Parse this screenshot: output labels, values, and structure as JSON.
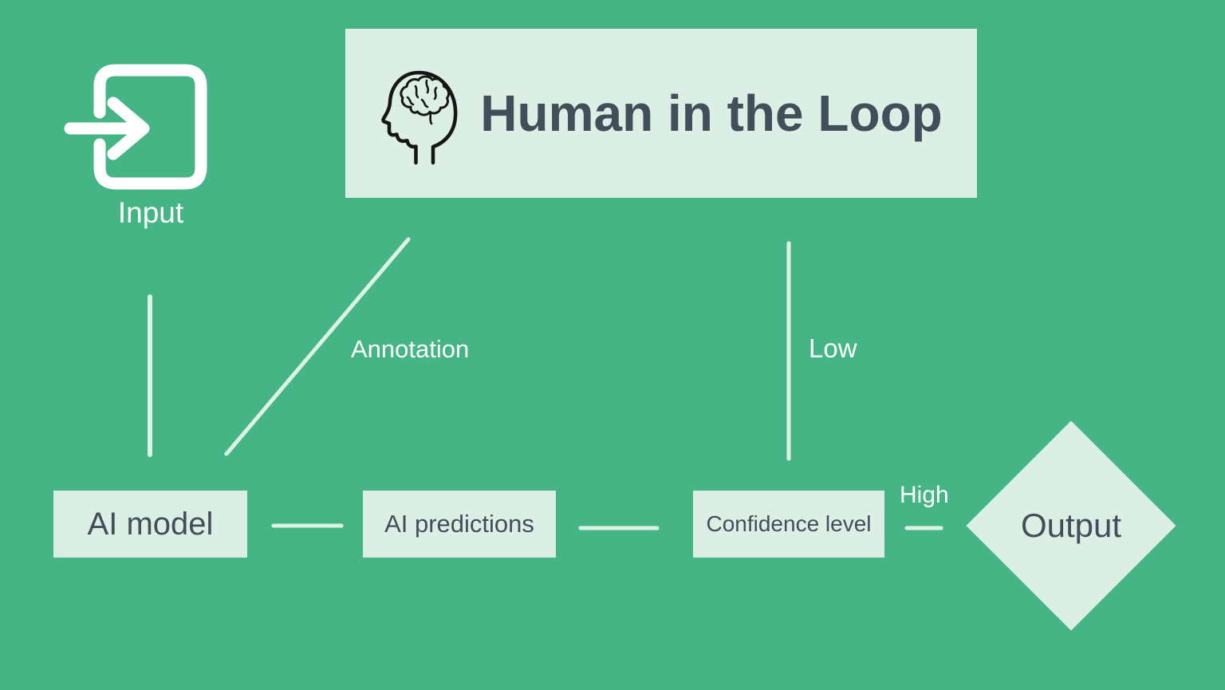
{
  "colors": {
    "background": "#45b585",
    "node_bg": "#dcefe5",
    "text_dark": "#424e5a",
    "arrow": "#ddf2e6",
    "edge_label_text": "#ffffff",
    "icon_stroke": "#161616",
    "input_icon": "#ffffff"
  },
  "header": {
    "title": "Human in the Loop",
    "icon": "head-brain-icon"
  },
  "nodes": {
    "input": {
      "label": "Input",
      "icon": "login-arrow-icon",
      "shape": "icon"
    },
    "ai_model": {
      "label": "AI model",
      "shape": "rectangle"
    },
    "ai_predictions": {
      "label": "AI predictions",
      "shape": "rectangle"
    },
    "confidence": {
      "label": "Confidence level",
      "shape": "rectangle"
    },
    "output": {
      "label": "Output",
      "shape": "diamond"
    }
  },
  "edges": [
    {
      "from": "input",
      "to": "ai_model",
      "label": ""
    },
    {
      "from": "human_in_the_loop",
      "to": "ai_model",
      "label": "Annotation"
    },
    {
      "from": "ai_model",
      "to": "ai_predictions",
      "label": ""
    },
    {
      "from": "ai_predictions",
      "to": "confidence",
      "label": ""
    },
    {
      "from": "confidence",
      "to": "human_in_the_loop",
      "label": "Low"
    },
    {
      "from": "confidence",
      "to": "output",
      "label": "High"
    }
  ]
}
